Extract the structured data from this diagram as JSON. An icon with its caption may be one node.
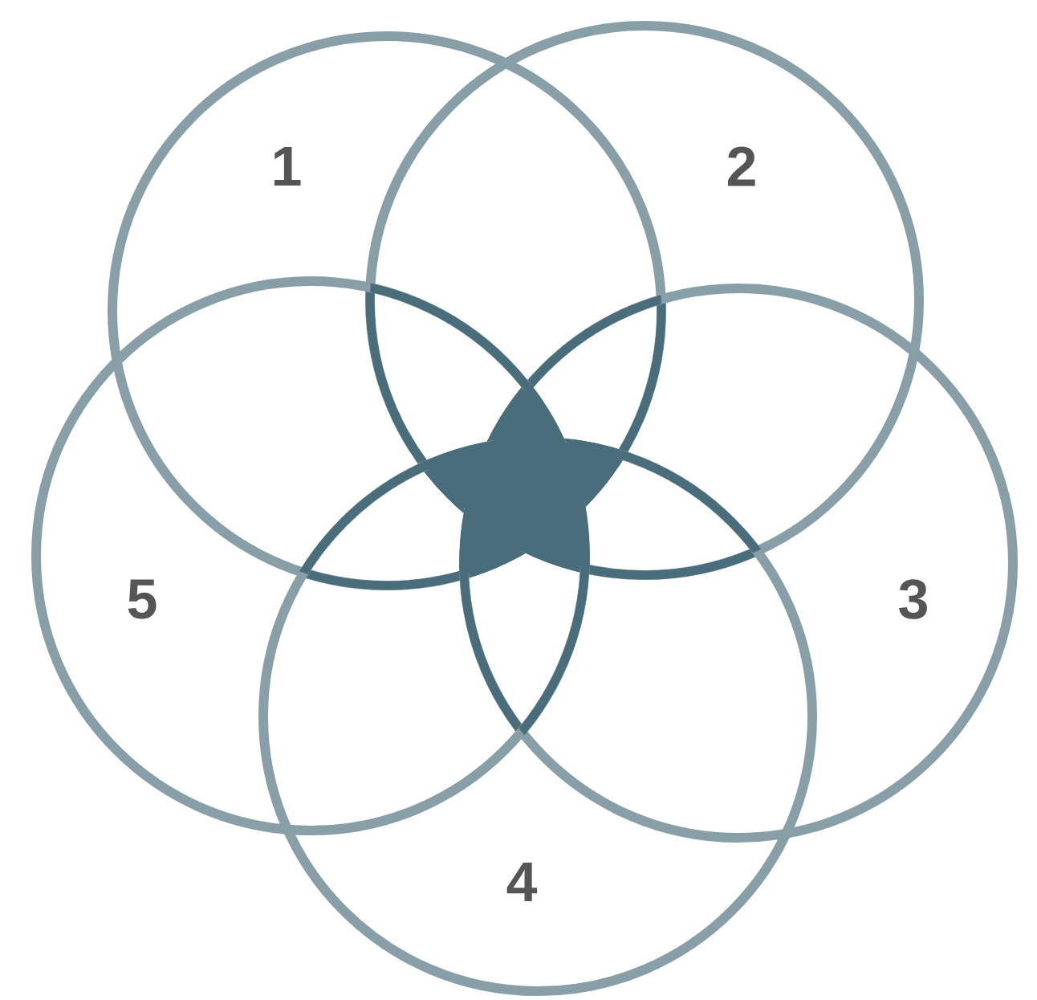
{
  "diagram": {
    "nodes": [
      {
        "text": [
          "1"
        ]
      },
      {
        "text": [
          "2"
        ]
      },
      {
        "text": [
          "3"
        ]
      },
      {
        "text": [
          "4"
        ]
      },
      {
        "text": [
          "5"
        ]
      },
      {
        "text": [],
        "shape": "star"
      }
    ]
  }
}
